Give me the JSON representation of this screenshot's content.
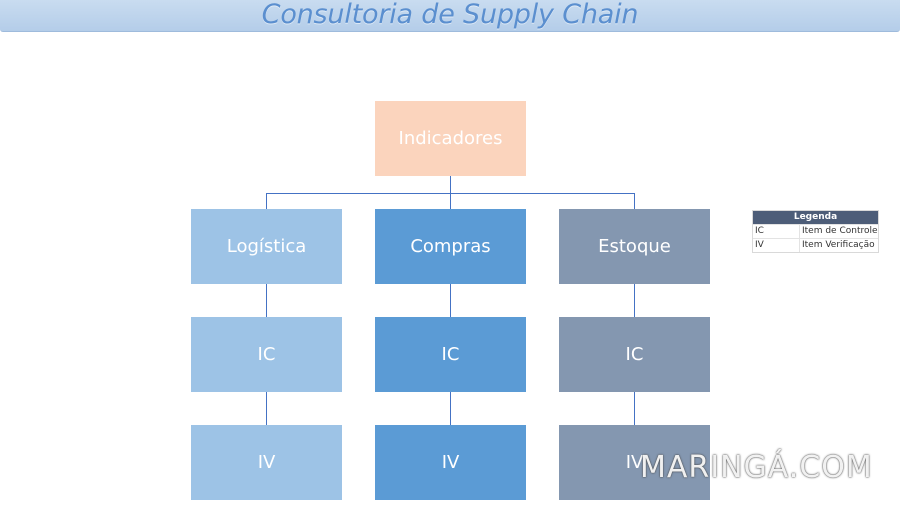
{
  "title": "Consultoria de Supply Chain",
  "diagram": {
    "root": {
      "label": "Indicadores",
      "color": "#fbd4bd"
    },
    "columns": [
      {
        "label": "Logística",
        "color": "#9dc3e6",
        "children": [
          "IC",
          "IV"
        ]
      },
      {
        "label": "Compras",
        "color": "#5b9bd5",
        "children": [
          "IC",
          "IV"
        ]
      },
      {
        "label": "Estoque",
        "color": "#8497b0",
        "children": [
          "IC",
          "IV"
        ]
      }
    ],
    "connector_color": "#4472c4"
  },
  "legend": {
    "header": "Legenda",
    "rows": [
      {
        "code": "IC",
        "description": "Item de Controle"
      },
      {
        "code": "IV",
        "description": "Item Verificação"
      }
    ]
  },
  "watermark": "MARINGÁ.COM"
}
